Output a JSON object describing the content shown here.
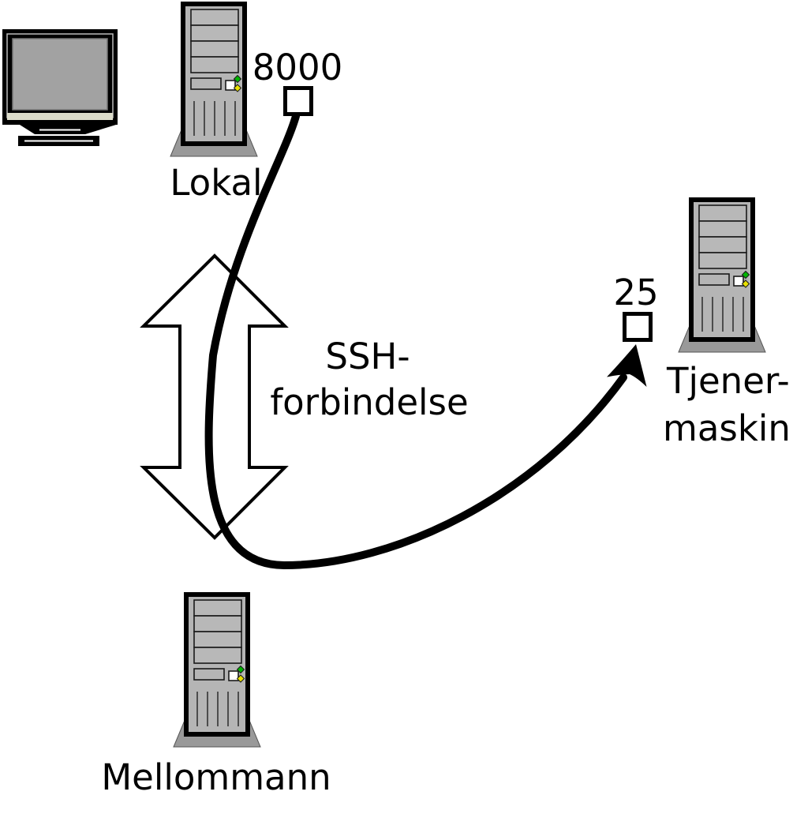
{
  "diagram": {
    "background": "#ffffff",
    "nodes": {
      "local": {
        "label": "Lokal",
        "icon": "tower-computer-icon"
      },
      "middleman": {
        "label": "Mellommann",
        "icon": "tower-computer-icon"
      },
      "server": {
        "label_line1": "Tjener-",
        "label_line2": "maskin",
        "icon": "tower-computer-icon"
      }
    },
    "workstation": {
      "icon": "monitor-icon"
    },
    "ports": {
      "local_port": "8000",
      "server_port": "25"
    },
    "connection": {
      "label_line1": "SSH-",
      "label_line2": "forbindelse"
    },
    "colors": {
      "outline": "#000000",
      "tower_body": "#b5b5b5",
      "tower_bay": "#b8b8b8",
      "tower_base": "#999999",
      "monitor_screen": "#a2a2a2",
      "monitor_strip": "#dcdcca",
      "led_green": "#00b400",
      "led_yellow": "#e8e000",
      "port_box_fill": "#ffffff",
      "arrow_fill": "#ffffff"
    }
  }
}
